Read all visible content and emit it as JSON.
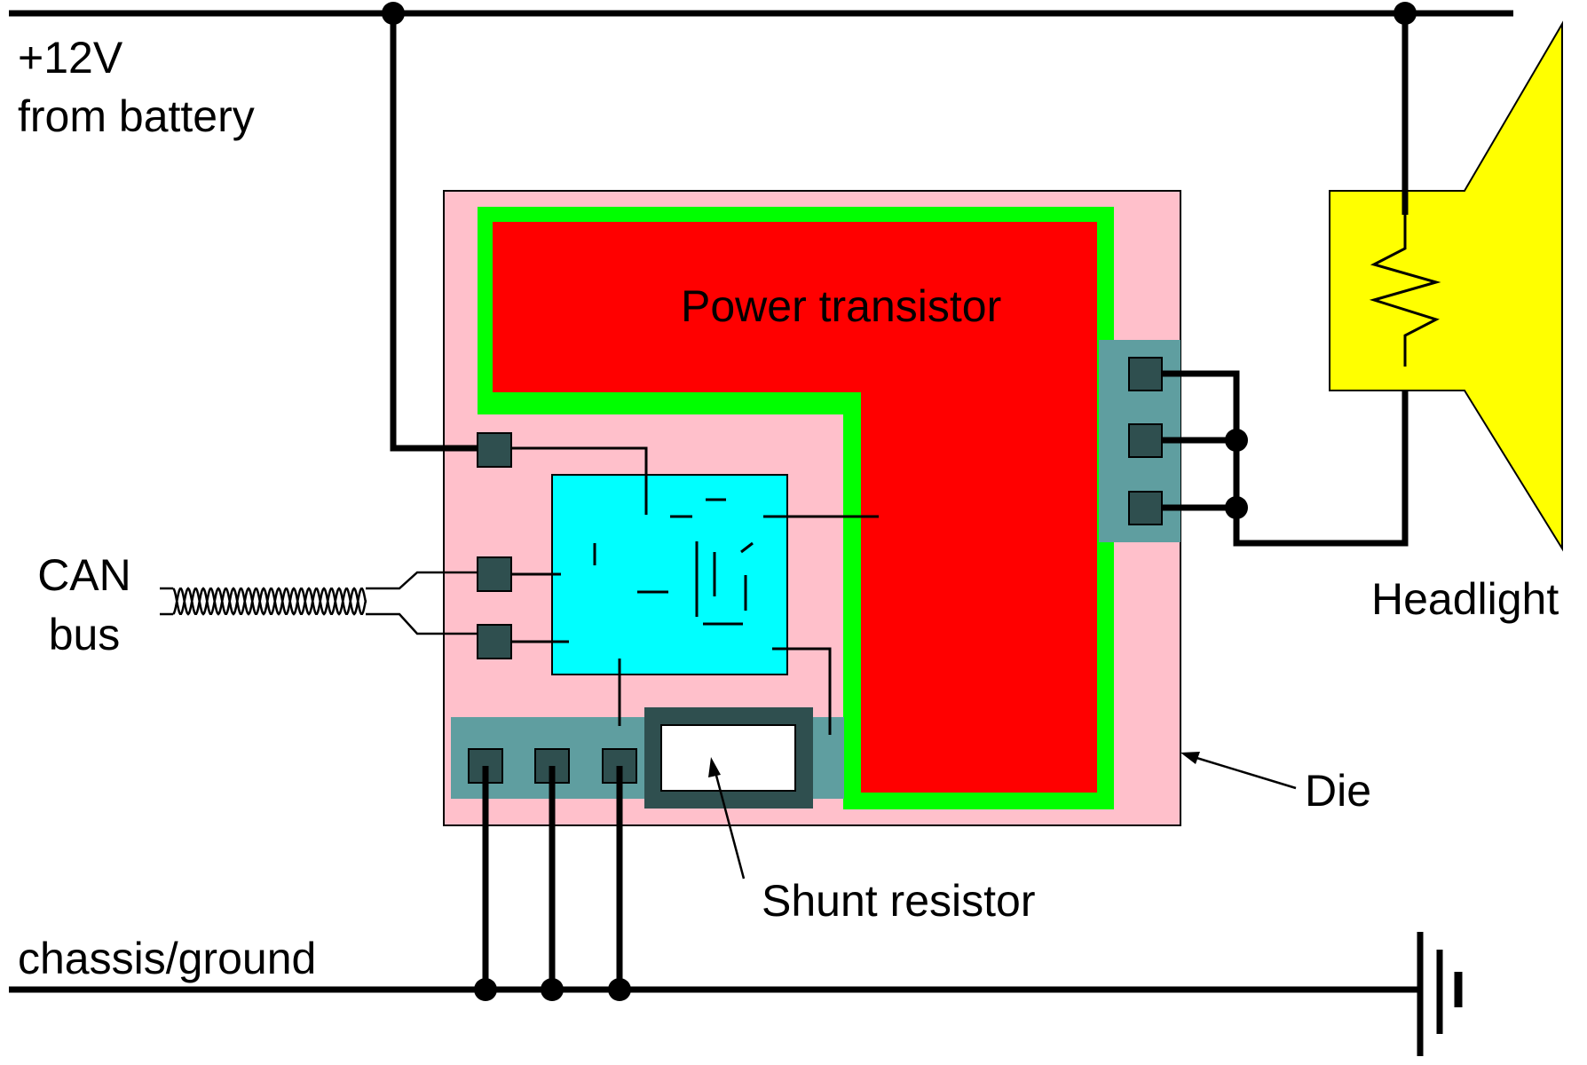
{
  "labels": {
    "supply_line1": "+12V",
    "supply_line2": "from battery",
    "can_line1": "CAN",
    "can_line2": "bus",
    "power_transistor": "Power transistor",
    "headlight": "Headlight",
    "die": "Die",
    "shunt_resistor": "Shunt resistor",
    "ground": "chassis/ground"
  },
  "colors": {
    "die": "#ffc0cb",
    "power_transistor": "#ff0000",
    "transistor_border": "#00ff00",
    "logic_block": "#00ffff",
    "bond_strip": "#5f9ea0",
    "pad": "#2f4f4f",
    "headlight": "#ffff00",
    "wire": "#000000"
  }
}
